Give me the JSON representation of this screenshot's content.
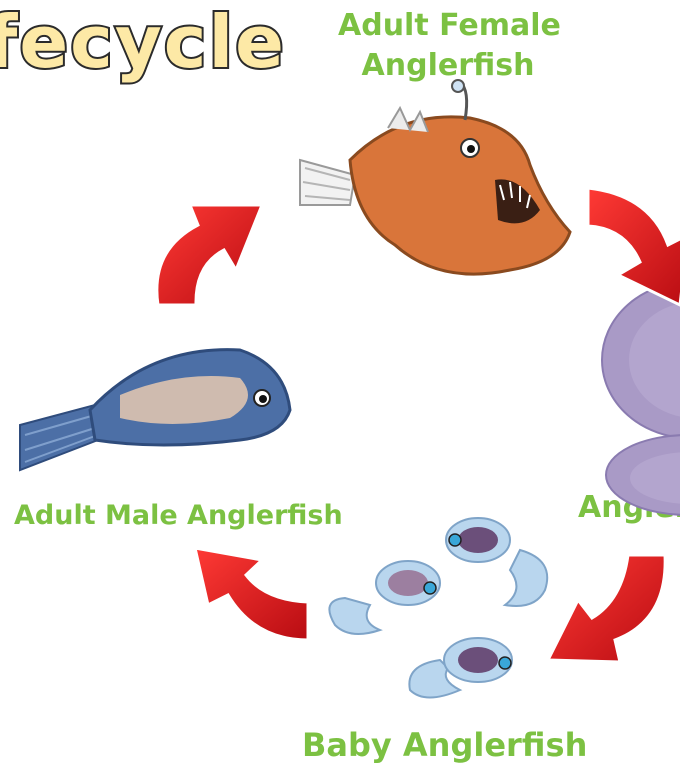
{
  "title": "fecycle",
  "stages": {
    "female": {
      "line1": "Adult Female",
      "line2": "Anglerfish"
    },
    "eggs": {
      "label": "Angler"
    },
    "baby": {
      "label": "Baby Anglerfish"
    },
    "male": {
      "label": "Adult Male Anglerfish"
    }
  },
  "colors": {
    "label_green": "#7cc142",
    "arrow_red": "#e0141b",
    "title_fill": "#fde9a6",
    "female_body": "#d9753a",
    "male_body": "#4c6fa6",
    "egg_purple": "#a99ac6",
    "baby_body": "#b9d6ee"
  }
}
